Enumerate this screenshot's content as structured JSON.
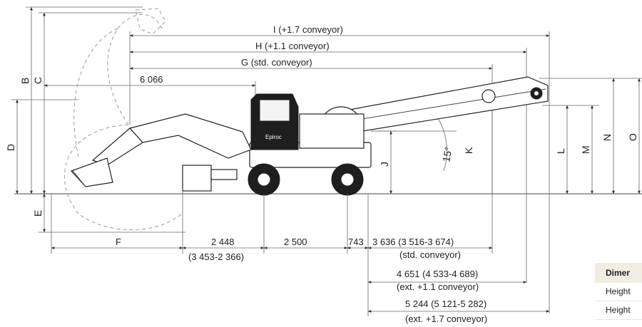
{
  "drawing": {
    "horizontal_dims": {
      "I": "I (+1.7 conveyor)",
      "H": "H (+1.1 conveyor)",
      "G": "G (std. conveyor)",
      "reach": "6 066"
    },
    "vertical_letters": {
      "B": "B",
      "C": "C",
      "D": "D",
      "E": "E",
      "J": "J",
      "K": "K",
      "L": "L",
      "M": "M",
      "N": "N",
      "O": "O"
    },
    "angle": "15°",
    "bottom_dims": {
      "F": "F",
      "d1": "2 448",
      "d1_sub": "(3 453-2 366)",
      "d2": "2 500",
      "d3": "743",
      "d4": "3 636 (3 516-3 674)",
      "d4_sub": "(std. conveyor)",
      "d5": "4 651 (4 533-4 689)",
      "d5_sub": "(ext. +1.1 conveyor)",
      "d6": "5 244 (5 121-5 282)",
      "d6_sub": "(ext. +1.7 conveyor)"
    },
    "brand": "Epiroc"
  },
  "table": {
    "header": "Dimer",
    "rows": [
      "Height",
      "Height"
    ]
  }
}
